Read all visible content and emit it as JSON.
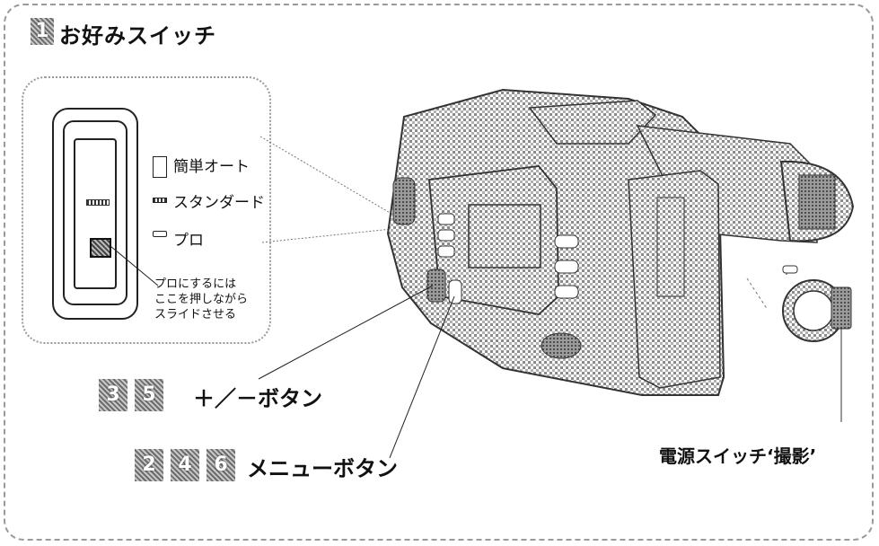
{
  "section1": {
    "number": "1",
    "title": "お好みスイッチ"
  },
  "switch_options": [
    {
      "label": "簡単オート"
    },
    {
      "label": "スタンダード"
    },
    {
      "label": "プロ"
    }
  ],
  "switch_note": [
    "プロにするには",
    "ここを押しながら",
    "スライドさせる"
  ],
  "plus_minus": {
    "numbers": [
      "3",
      "5"
    ],
    "label": "＋／－ボタン"
  },
  "menu": {
    "numbers": [
      "2",
      "4",
      "6"
    ],
    "label": "メニューボタン"
  },
  "power": {
    "label": "電源スイッチ‘撮影’"
  }
}
